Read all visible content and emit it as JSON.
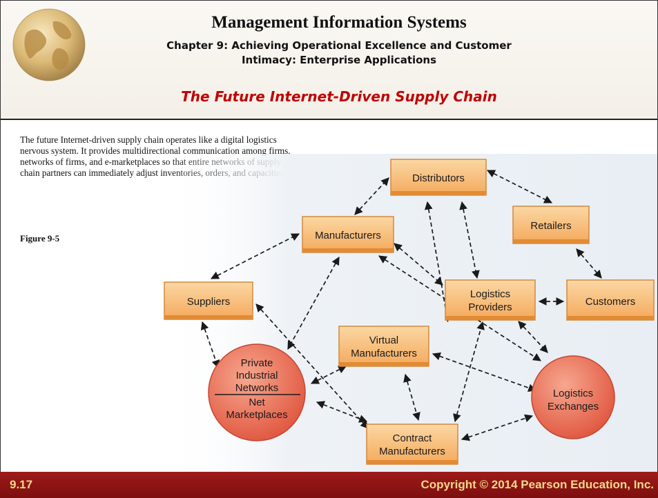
{
  "header": {
    "title": "Management Information Systems",
    "subtitle_line1": "Chapter 9: Achieving Operational Excellence and Customer",
    "subtitle_line2": "Intimacy: Enterprise Applications",
    "slide_heading": "The Future Internet-Driven Supply Chain"
  },
  "body": {
    "paragraph": "The future Internet-driven supply chain operates like a digital logistics nervous system. It provides multidirectional communication among firms, networks of firms, and e-marketplaces so that entire networks of supply chain partners can immediately adjust inventories, orders, and capacities.",
    "figure_label": "Figure 9-5"
  },
  "diagram": {
    "nodes": {
      "distributors": "Distributors",
      "manufacturers": "Manufacturers",
      "retailers": "Retailers",
      "suppliers": "Suppliers",
      "logistics_providers_1": "Logistics",
      "logistics_providers_2": "Providers",
      "customers": "Customers",
      "virtual_manufacturers_1": "Virtual",
      "virtual_manufacturers_2": "Manufacturers",
      "private_networks_1": "Private",
      "private_networks_2": "Industrial",
      "private_networks_3": "Networks",
      "net_marketplaces_1": "Net",
      "net_marketplaces_2": "Marketplaces",
      "logistics_exchanges_1": "Logistics",
      "logistics_exchanges_2": "Exchanges",
      "contract_manufacturers_1": "Contract",
      "contract_manufacturers_2": "Manufacturers"
    }
  },
  "footer": {
    "slide_number": "9.17",
    "copyright": "Copyright © 2014 Pearson Education, Inc."
  },
  "colors": {
    "heading_red": "#c00000",
    "footer_bg": "#8b1414",
    "footer_text": "#f2d98a",
    "box_fill": "#f5b46a",
    "circle_fill": "#e8604a"
  }
}
